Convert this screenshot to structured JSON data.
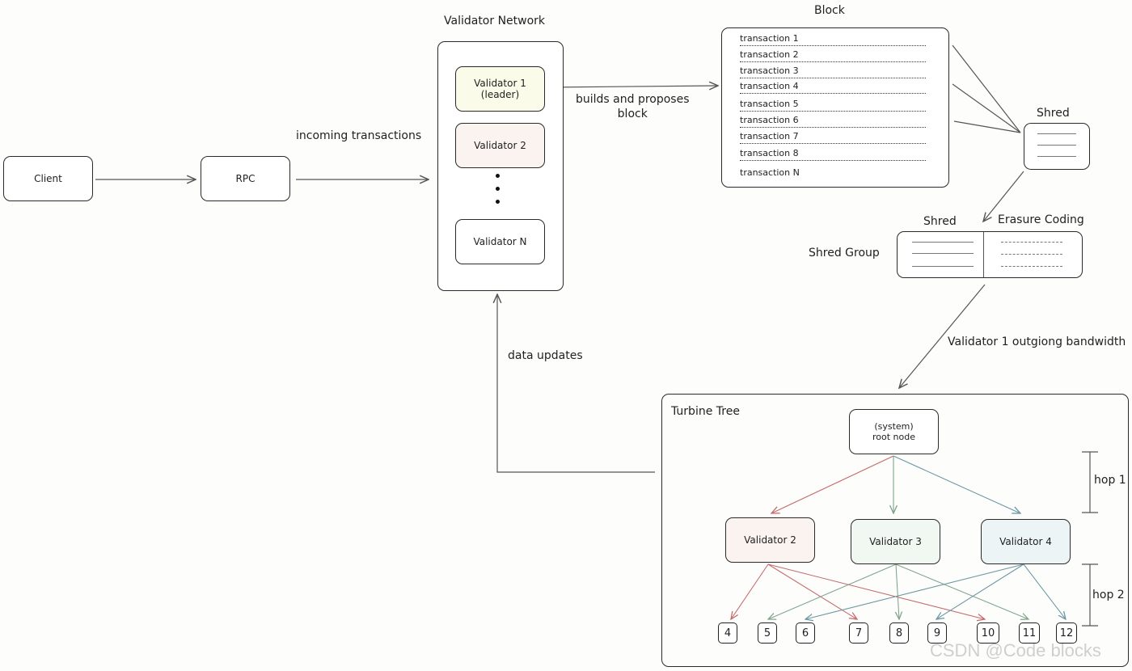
{
  "client": "Client",
  "rpc": "RPC",
  "incoming": "incoming transactions",
  "validator_network": {
    "title": "Validator Network",
    "v1": "Validator 1\n(leader)",
    "v2": "Validator 2",
    "vn": "Validator N"
  },
  "builds": "builds and proposes\nblock",
  "block": {
    "title": "Block",
    "transactions": [
      "transaction 1",
      "transaction 2",
      "transaction 3",
      "transaction 4",
      "transaction 5",
      "transaction 6",
      "transaction 7",
      "transaction 8",
      "transaction N"
    ]
  },
  "shred": "Shred",
  "shred_group": {
    "label": "Shred Group",
    "shred": "Shred",
    "erasure": "Erasure Coding"
  },
  "bandwidth": "Validator 1 outgiong bandwidth",
  "data_updates": "data updates",
  "turbine": {
    "title": "Turbine Tree",
    "root": "(system)\nroot node",
    "v2": "Validator 2",
    "v3": "Validator 3",
    "v4": "Validator 4",
    "hop1": "hop 1",
    "hop2": "hop 2",
    "leaves": [
      "4",
      "5",
      "6",
      "7",
      "8",
      "9",
      "10",
      "11",
      "12"
    ]
  },
  "watermark": "CSDN @Code blocks"
}
